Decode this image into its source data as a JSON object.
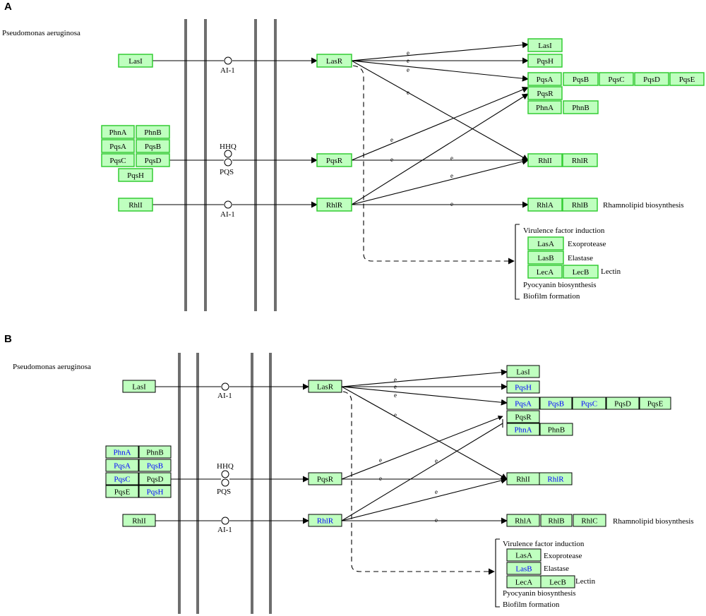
{
  "panels": [
    {
      "letter": "A",
      "organism": "Pseudomonas aeruginosa",
      "genes": [
        {
          "text": "LasI",
          "style": "a"
        },
        {
          "text": "LasR",
          "style": "a"
        },
        {
          "text": "PhnA",
          "style": "a"
        },
        {
          "text": "PhnB",
          "style": "a"
        },
        {
          "text": "PqsA",
          "style": "a"
        },
        {
          "text": "PqsB",
          "style": "a"
        },
        {
          "text": "PqsC",
          "style": "a"
        },
        {
          "text": "PqsD",
          "style": "a"
        },
        {
          "text": "PqsH",
          "style": "a"
        },
        {
          "text": "PqsR",
          "style": "a"
        },
        {
          "text": "RhlI",
          "style": "a"
        },
        {
          "text": "RhlR",
          "style": "a"
        },
        {
          "text": "LasI",
          "style": "a"
        },
        {
          "text": "PqsH",
          "style": "a"
        },
        {
          "text": "PqsA",
          "style": "a"
        },
        {
          "text": "PqsB",
          "style": "a"
        },
        {
          "text": "PqsC",
          "style": "a"
        },
        {
          "text": "PqsD",
          "style": "a"
        },
        {
          "text": "PqsE",
          "style": "a"
        },
        {
          "text": "PqsR",
          "style": "a"
        },
        {
          "text": "PhnA",
          "style": "a"
        },
        {
          "text": "PhnB",
          "style": "a"
        },
        {
          "text": "RhlI",
          "style": "a"
        },
        {
          "text": "RhlR",
          "style": "a"
        },
        {
          "text": "RhlA",
          "style": "a"
        },
        {
          "text": "RhlB",
          "style": "a"
        },
        {
          "text": "LasA",
          "style": "a"
        },
        {
          "text": "LasB",
          "style": "a"
        },
        {
          "text": "LecA",
          "style": "a"
        },
        {
          "text": "LecB",
          "style": "a"
        }
      ],
      "compounds": [
        {
          "label": "AI-1"
        },
        {
          "label": "HHQ"
        },
        {
          "label": "PQS"
        },
        {
          "label": "AI-1"
        }
      ],
      "labels": [
        {
          "text": "Rhamnolipid biosynthesis"
        },
        {
          "text": "Virulence factor induction"
        },
        {
          "text": "Exoprotease"
        },
        {
          "text": "Elastase"
        },
        {
          "text": "Lectin"
        },
        {
          "text": "Pyocyanin biosynthesis"
        },
        {
          "text": "Biofilm formation"
        }
      ],
      "edge_label": "e"
    },
    {
      "letter": "B",
      "organism": "Pseudomonas aeruginosa",
      "genes": [
        {
          "text": "LasI",
          "style": "g"
        },
        {
          "text": "LasR",
          "style": "g"
        },
        {
          "text": "PhnA",
          "style": "b"
        },
        {
          "text": "PhnB",
          "style": "g"
        },
        {
          "text": "PqsA",
          "style": "b"
        },
        {
          "text": "PqsB",
          "style": "b"
        },
        {
          "text": "PqsC",
          "style": "b"
        },
        {
          "text": "PqsD",
          "style": "g"
        },
        {
          "text": "PqsE",
          "style": "g"
        },
        {
          "text": "PqsH",
          "style": "b"
        },
        {
          "text": "PqsR",
          "style": "g"
        },
        {
          "text": "RhlI",
          "style": "g"
        },
        {
          "text": "RhlR",
          "style": "b"
        },
        {
          "text": "LasI",
          "style": "g"
        },
        {
          "text": "PqsH",
          "style": "b"
        },
        {
          "text": "PqsA",
          "style": "b"
        },
        {
          "text": "PqsB",
          "style": "b"
        },
        {
          "text": "PqsC",
          "style": "b"
        },
        {
          "text": "PqsD",
          "style": "g"
        },
        {
          "text": "PqsE",
          "style": "g"
        },
        {
          "text": "PqsR",
          "style": "g"
        },
        {
          "text": "PhnA",
          "style": "b"
        },
        {
          "text": "PhnB",
          "style": "g"
        },
        {
          "text": "RhlI",
          "style": "g"
        },
        {
          "text": "RhlR",
          "style": "b"
        },
        {
          "text": "RhlA",
          "style": "g"
        },
        {
          "text": "RhlB",
          "style": "g"
        },
        {
          "text": "RhlC",
          "style": "g"
        },
        {
          "text": "LasA",
          "style": "g"
        },
        {
          "text": "LasB",
          "style": "b"
        },
        {
          "text": "LecA",
          "style": "g"
        },
        {
          "text": "LecB",
          "style": "g"
        }
      ],
      "compounds": [
        {
          "label": "AI-1"
        },
        {
          "label": "HHQ"
        },
        {
          "label": "PQS"
        },
        {
          "label": "AI-1"
        }
      ],
      "labels": [
        {
          "text": "Rhamnolipid biosynthesis"
        },
        {
          "text": "Virulence factor induction"
        },
        {
          "text": "Exoprotease"
        },
        {
          "text": "Elastase"
        },
        {
          "text": "Lectin"
        },
        {
          "text": "Pyocyanin biosynthesis"
        },
        {
          "text": "Biofilm formation"
        }
      ],
      "edge_label": "e"
    }
  ],
  "colors": {
    "gene_fill": "#bfffbf",
    "gene_border_a": "#33cc33",
    "gene_border_b": "#000000",
    "text_default": "#000000",
    "text_highlight": "#0000ff",
    "membrane": "#6e6e6e"
  }
}
